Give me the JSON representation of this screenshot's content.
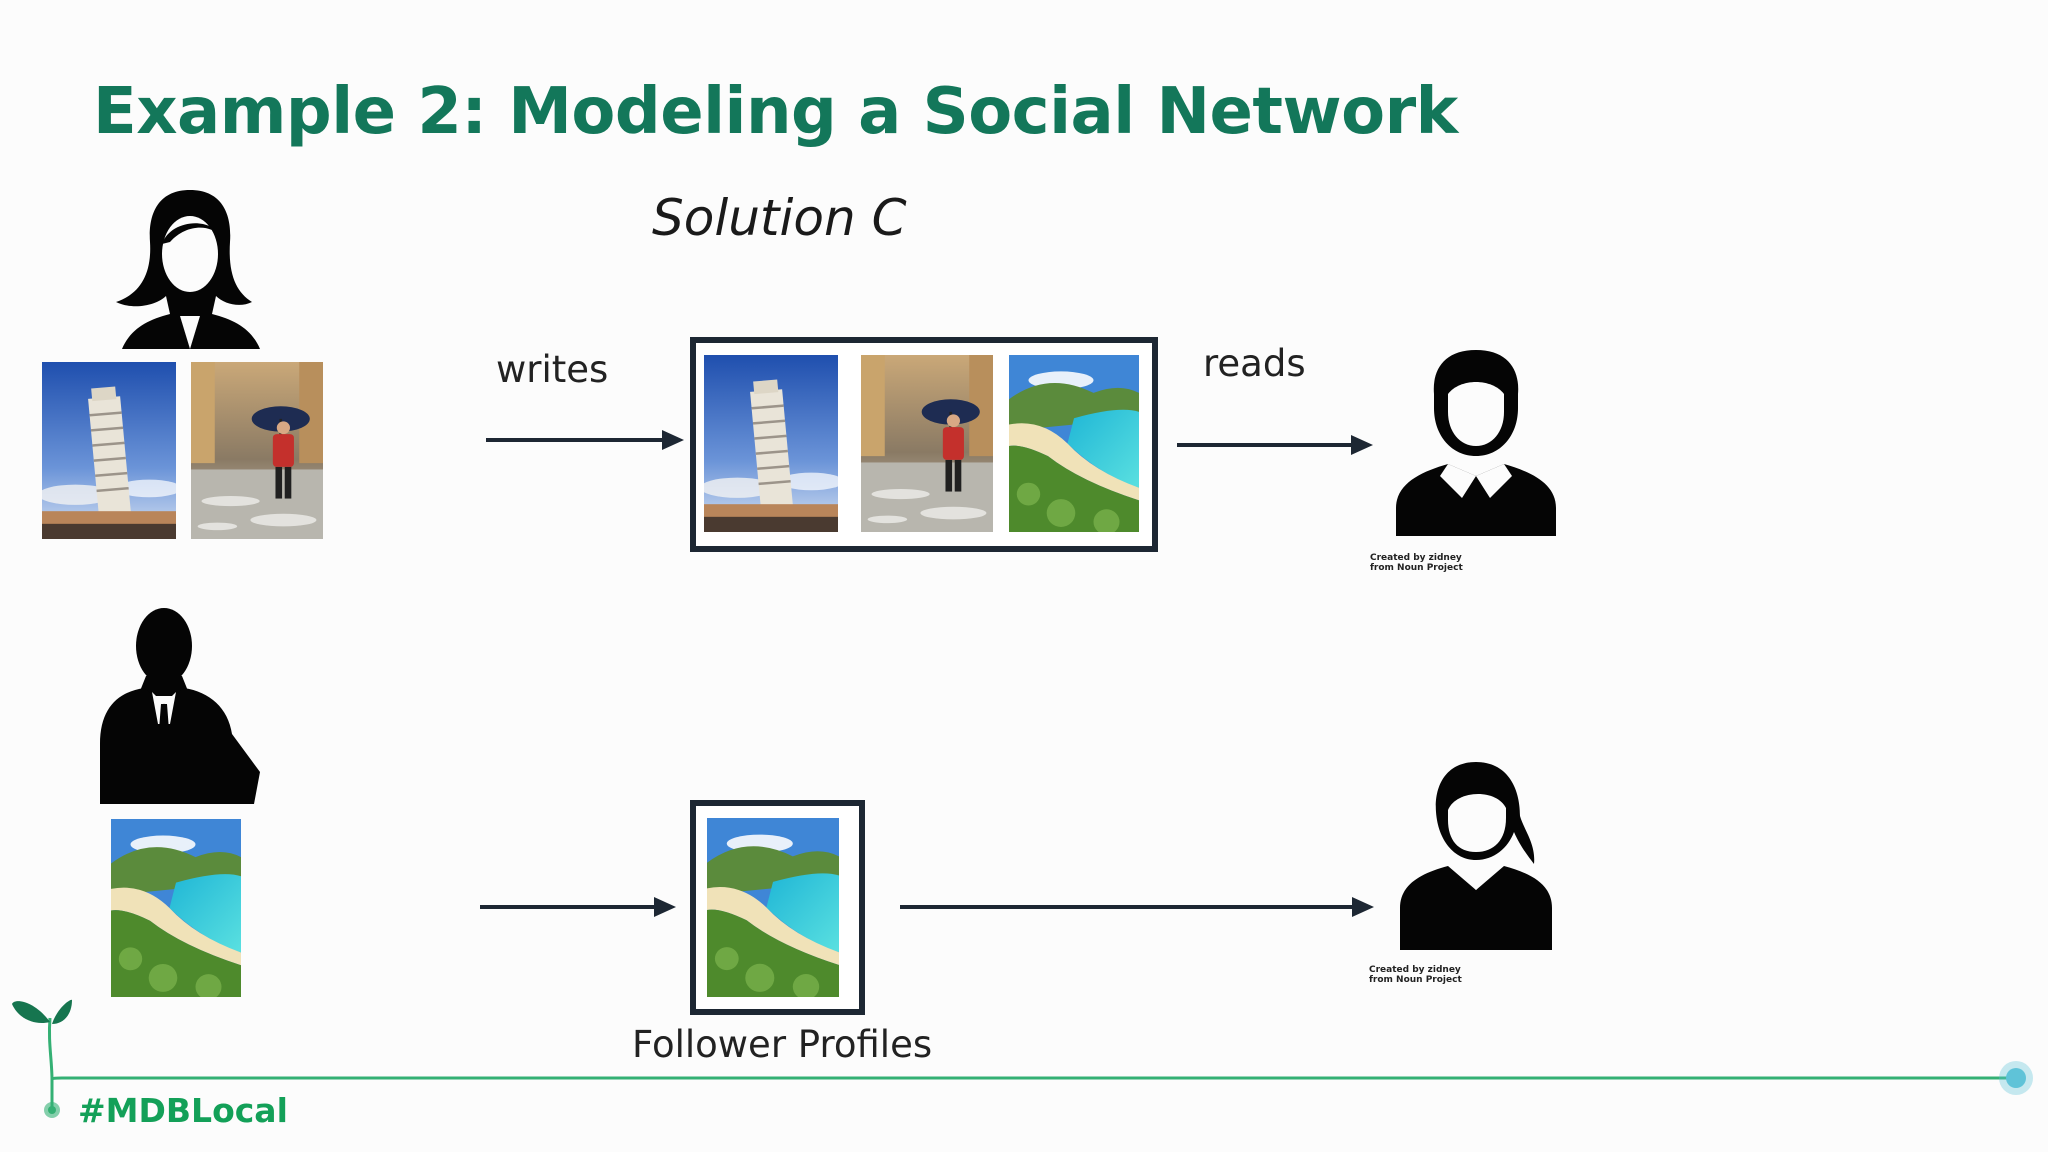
{
  "slide": {
    "title": "Example 2: Modeling a Social Network",
    "subtitle": "Solution C",
    "hashtag": "#MDBLocal"
  },
  "diagram": {
    "labels": {
      "writes": "writes",
      "reads": "reads",
      "follower_profiles": "Follower Profiles"
    },
    "credits": [
      {
        "line1": "Created by zidney",
        "line2": "from Noun Project"
      },
      {
        "line1": "Created by zidney",
        "line2": "from Noun Project"
      }
    ],
    "icons": {
      "author_top": "woman-silhouette-icon",
      "author_bottom": "businessman-silhouette-icon",
      "reader_top": "man-user-icon",
      "reader_bottom": "woman-user-icon"
    },
    "photos": [
      "leaning-tower-photo",
      "person-with-umbrella-photo",
      "beach-photo"
    ]
  },
  "colors": {
    "title": "#13775a",
    "hashtag": "#13a058",
    "arrow": "#1d2733",
    "timeline": "#34b074",
    "timeline_dot": "#5fc3d8"
  }
}
